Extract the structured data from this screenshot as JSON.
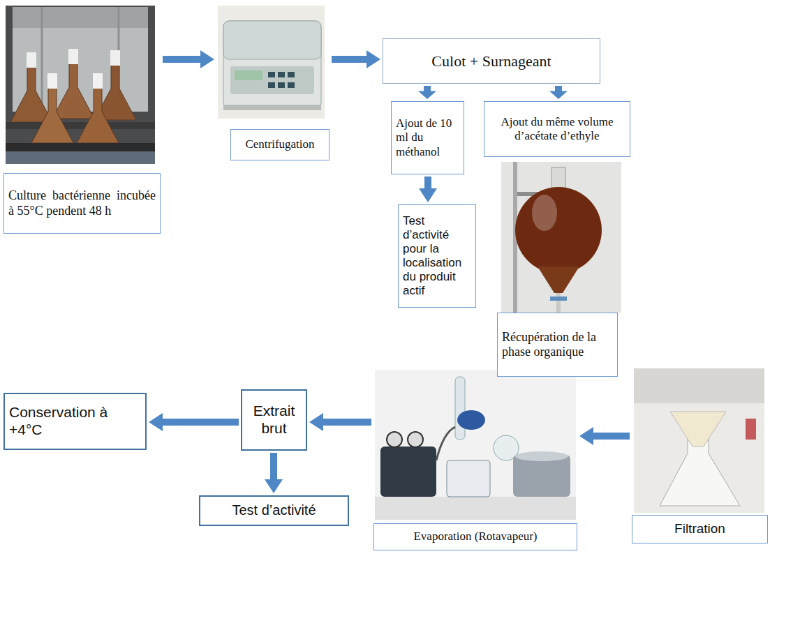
{
  "diagram": {
    "nodes": [
      {
        "text": [
          "Culture bactérienne incubée à 55°C pendent 48 h"
        ]
      },
      {
        "text": [
          "Centrifugation"
        ]
      },
      {
        "text": [
          "Culot + Surnageant"
        ]
      },
      {
        "text": [
          "Ajout de 10 ml du méthanol"
        ]
      },
      {
        "text": [
          "Ajout du même volume d’acétate d’ethyle"
        ]
      },
      {
        "text": [
          "Test d’activité pour la localisation du produit actif"
        ]
      },
      {
        "text": [
          "Récupération de la phase organique"
        ]
      },
      {
        "text": [
          "Conservation à +4°C"
        ]
      },
      {
        "text": [
          "Extrait brut"
        ]
      },
      {
        "text": [
          "Evaporation (Rotavapeur)"
        ]
      },
      {
        "text": [
          "Filtration"
        ]
      },
      {
        "text": [
          "Test d’activité"
        ]
      }
    ],
    "edges": [
      {
        "from": 0,
        "to": 1,
        "arrow": "to"
      },
      {
        "from": 1,
        "to": 2,
        "arrow": "to"
      },
      {
        "from": 2,
        "to": 3,
        "arrow": "to"
      },
      {
        "from": 2,
        "to": 4,
        "arrow": "to"
      },
      {
        "from": 3,
        "to": 5,
        "arrow": "to"
      },
      {
        "from": 10,
        "to": 9,
        "arrow": "to"
      },
      {
        "from": 9,
        "to": 8,
        "arrow": "to"
      },
      {
        "from": 8,
        "to": 7,
        "arrow": "to"
      },
      {
        "from": 8,
        "to": 11,
        "arrow": "to"
      }
    ]
  }
}
